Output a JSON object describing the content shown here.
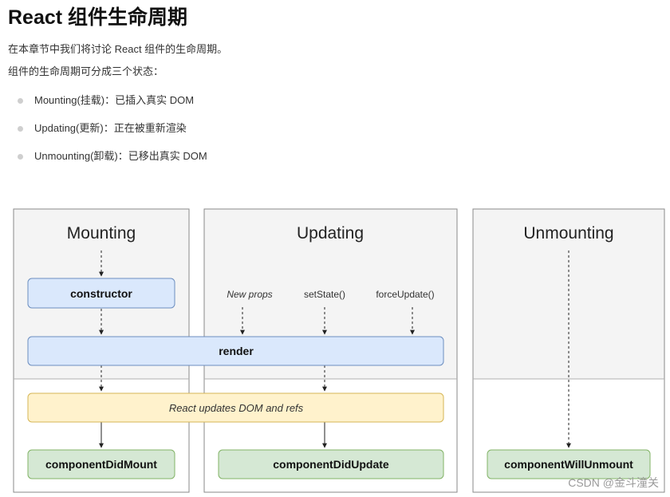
{
  "page": {
    "title": "React 组件生命周期",
    "intro1": "在本章节中我们将讨论 React 组件的生命周期。",
    "intro2": "组件的生命周期可分成三个状态：",
    "bullets": [
      "Mounting(挂载)：已插入真实 DOM",
      "Updating(更新)：正在被重新渲染",
      "Unmounting(卸载)：已移出真实 DOM"
    ]
  },
  "diagram": {
    "panels": [
      "Mounting",
      "Updating",
      "Unmounting"
    ],
    "triggers": [
      "New props",
      "setState()",
      "forceUpdate()"
    ],
    "nodes": {
      "constructor": "constructor",
      "render": "render",
      "dom_update": "React updates DOM and refs",
      "did_mount": "componentDidMount",
      "did_update": "componentDidUpdate",
      "will_unmount": "componentWillUnmount"
    },
    "colors": {
      "panel_top": "#f4f4f4",
      "panel_border": "#8a8a8a",
      "blue_fill": "#dae8fc",
      "blue_stroke": "#6c8ebf",
      "yellow_fill": "#fff2cc",
      "yellow_stroke": "#d6b656",
      "green_fill": "#d5e8d4",
      "green_stroke": "#82b366"
    }
  },
  "watermark": "CSDN @金斗潼关"
}
